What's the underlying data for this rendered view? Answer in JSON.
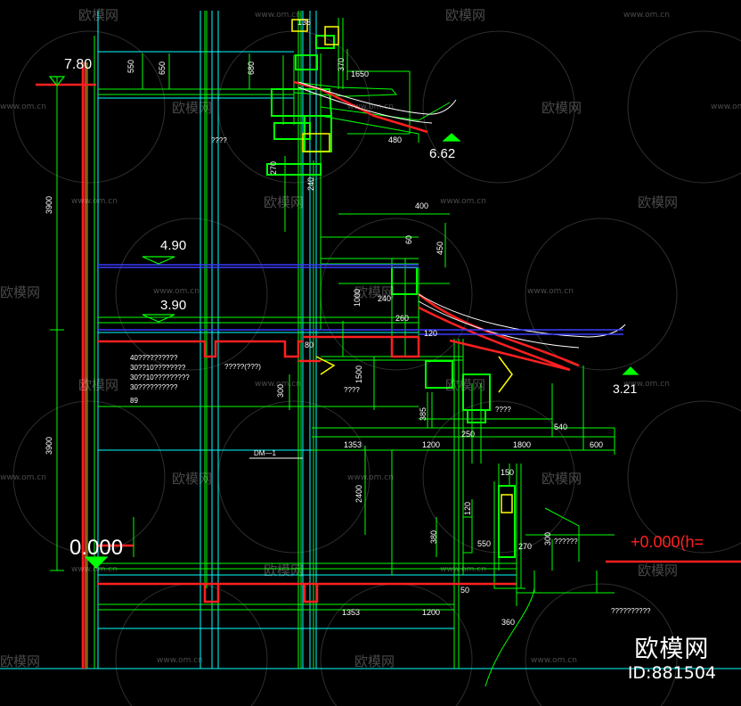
{
  "watermark": {
    "brand_text": "欧模网",
    "url_text": "www.om.cn"
  },
  "brand": {
    "logo_text": "欧模网",
    "id_text": "ID:881504"
  },
  "levels": {
    "l780": "7.80",
    "l662": "6.62",
    "l490": "4.90",
    "l390": "3.90",
    "l321": "3.21",
    "l000": "0.000",
    "l000h": "+0.000(h="
  },
  "dimensions": {
    "d550": "550",
    "d650": "650",
    "d680": "680",
    "d370": "370",
    "d1650": "1650",
    "d136": "136",
    "d480": "480",
    "d270": "270",
    "d240": "240",
    "d400": "400",
    "d450": "450",
    "d60": "60",
    "d3900a": "3900",
    "d3900b": "3900",
    "d120a": "120",
    "d260": "260",
    "d240b": "240",
    "d80": "80",
    "d1500": "1500",
    "d385": "385",
    "d250": "250",
    "d1353a": "1353",
    "d1200a": "1200",
    "d1800": "1800",
    "d540": "540",
    "d600": "600",
    "d2400": "2400",
    "d150": "150",
    "d550b": "550",
    "d270b": "270",
    "d120b": "120",
    "d50": "50",
    "d1353b": "1353",
    "d1200b": "1200",
    "d360": "360",
    "d380": "380",
    "d300": "300",
    "d1000": "1000"
  },
  "notes": {
    "n_q1": "????",
    "n_q2": "?????(???)",
    "n_q3": "????",
    "n_q4": "????",
    "n_q5": "??????",
    "n_q6": "??????????",
    "n_q7": "????",
    "list1": "40??????????",
    "list2": "30??10????????",
    "list3": "30??10?????????",
    "list4": "30??????????",
    "list5": "89",
    "dm1": "DM—1"
  },
  "colors": {
    "green": "#00ff00",
    "cyan": "#00ffff",
    "red": "#ff2020",
    "blue": "#3a3aff",
    "white": "#ffffff",
    "yellow": "#ffff00",
    "background": "#000000"
  }
}
